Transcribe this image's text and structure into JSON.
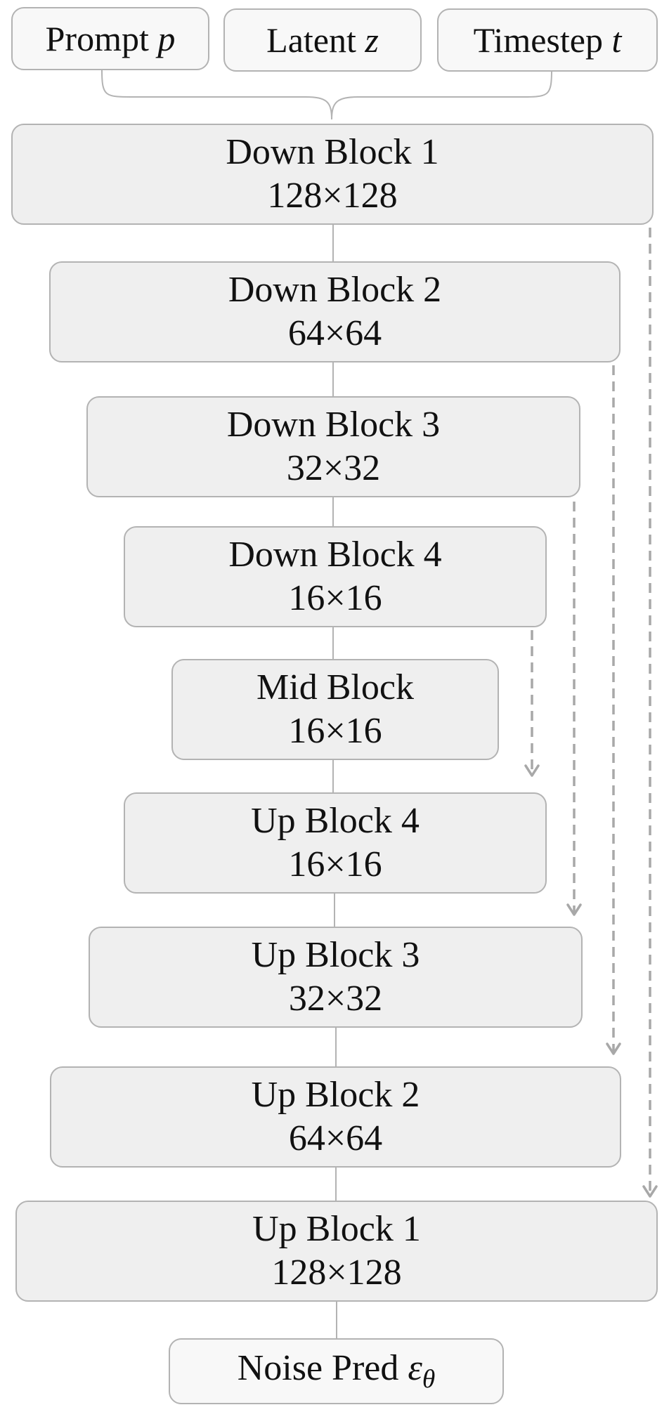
{
  "inputs": [
    {
      "label": "Prompt",
      "symbol": "p"
    },
    {
      "label": "Latent",
      "symbol": "z"
    },
    {
      "label": "Timestep",
      "symbol": "t"
    }
  ],
  "blocks": [
    {
      "name": "Down Block 1",
      "resolution": "128×128"
    },
    {
      "name": "Down Block 2",
      "resolution": "64×64"
    },
    {
      "name": "Down Block 3",
      "resolution": "32×32"
    },
    {
      "name": "Down Block 4",
      "resolution": "16×16"
    },
    {
      "name": "Mid Block",
      "resolution": "16×16"
    },
    {
      "name": "Up Block 4",
      "resolution": "16×16"
    },
    {
      "name": "Up Block 3",
      "resolution": "32×32"
    },
    {
      "name": "Up Block 2",
      "resolution": "64×64"
    },
    {
      "name": "Up Block 1",
      "resolution": "128×128"
    }
  ],
  "output": {
    "label": "Noise Pred",
    "symbol": "ε",
    "subscript": "θ"
  },
  "skip_connections": [
    {
      "from": "Down Block 1",
      "to": "Up Block 1"
    },
    {
      "from": "Down Block 2",
      "to": "Up Block 2"
    },
    {
      "from": "Down Block 3",
      "to": "Up Block 3"
    },
    {
      "from": "Down Block 4",
      "to": "Up Block 4"
    }
  ],
  "colors": {
    "border": "#b3b3b3",
    "block_fill": "#efefef",
    "input_fill": "#f8f8f8",
    "connector": "#b3b3b3",
    "skip_arrow": "#a8a8a8",
    "text": "#111111"
  }
}
